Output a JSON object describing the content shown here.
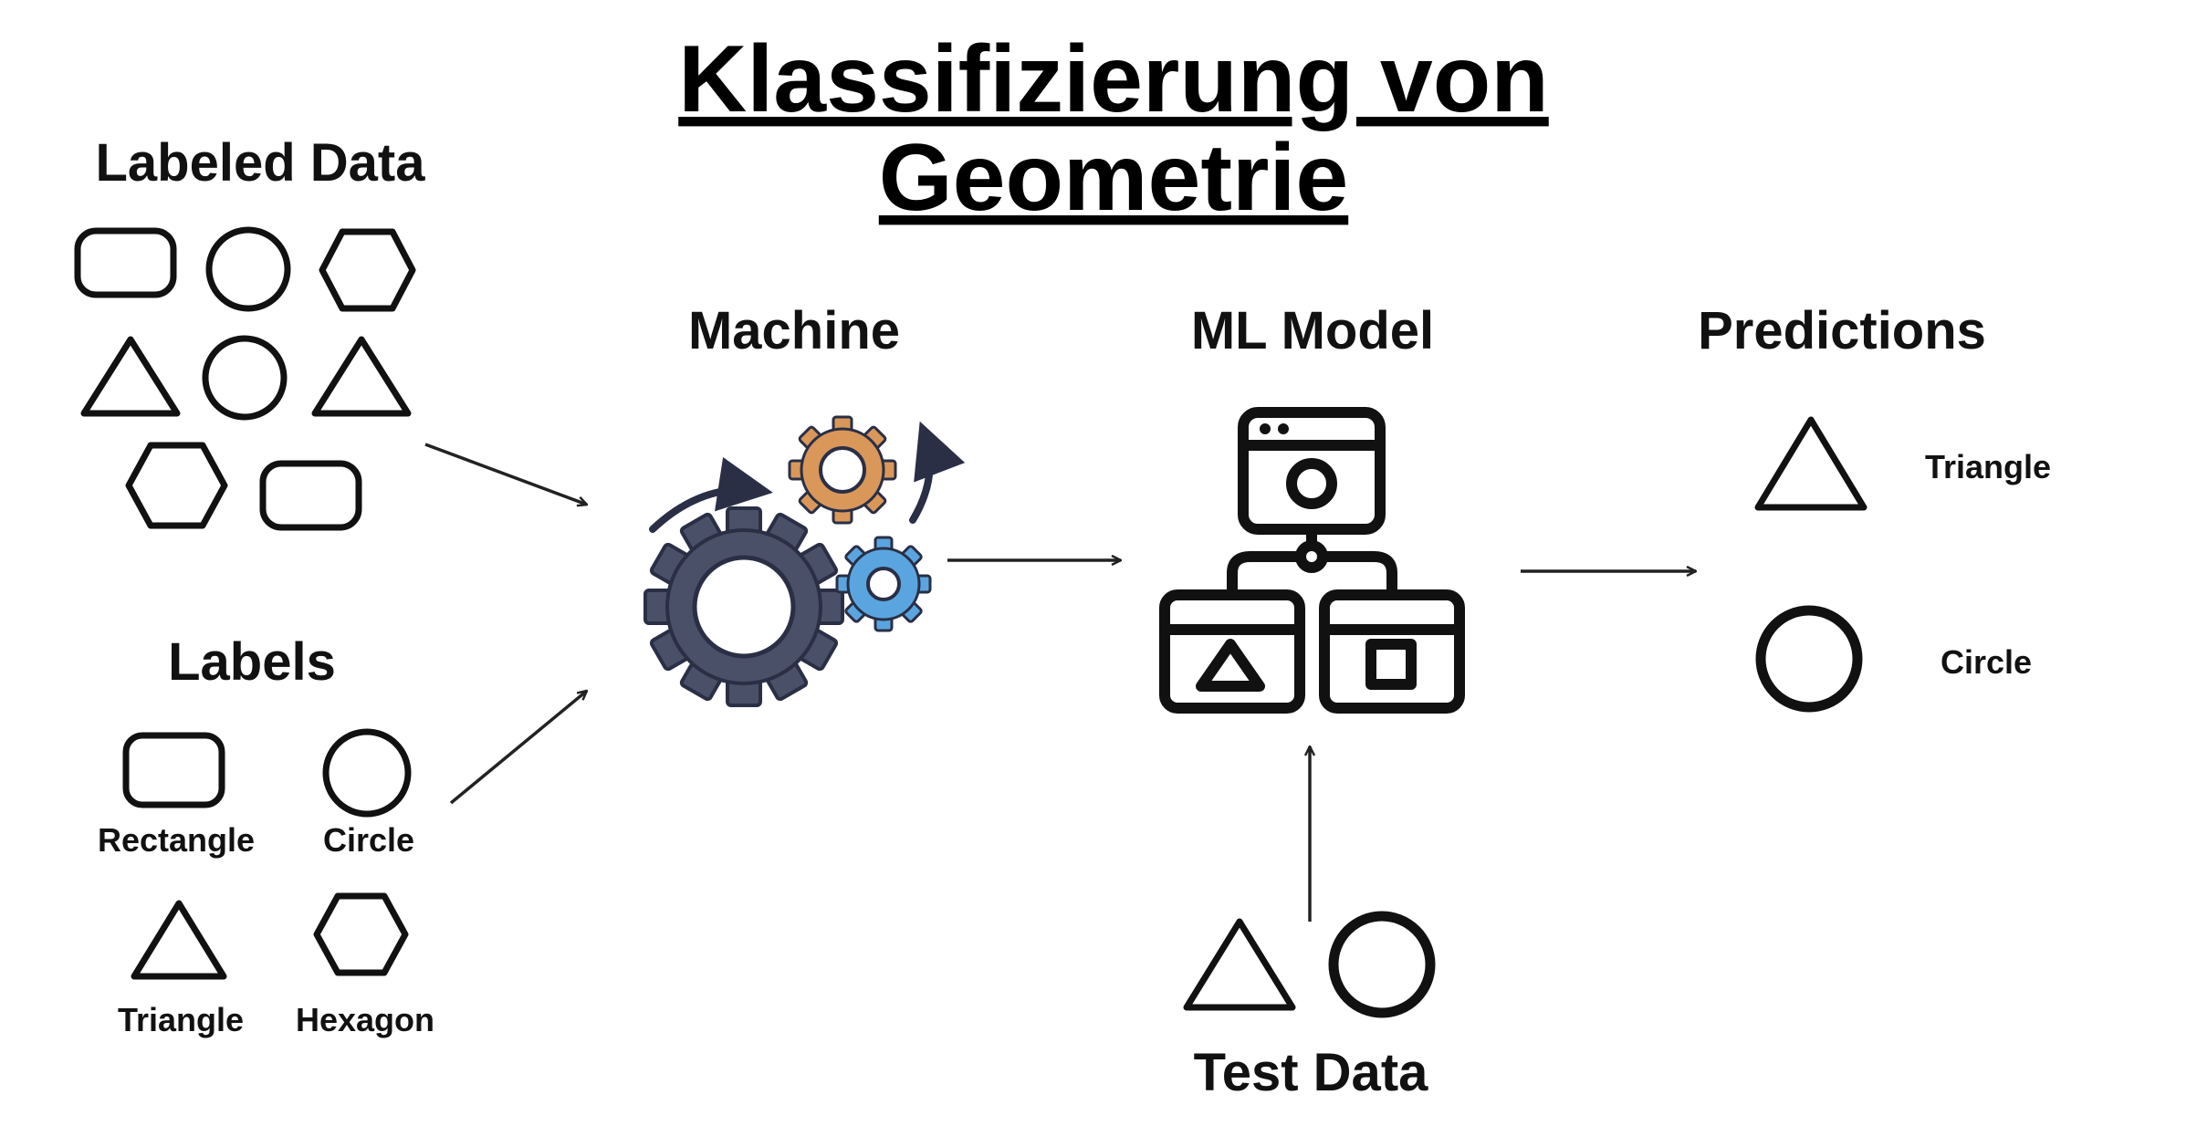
{
  "title": {
    "line1": "Klassifizierung von",
    "line2": "Geometrie"
  },
  "labeled_data": {
    "heading": "Labeled Data"
  },
  "labels": {
    "heading": "Labels",
    "rectangle": "Rectangle",
    "circle": "Circle",
    "triangle": "Triangle",
    "hexagon": "Hexagon"
  },
  "machine": {
    "heading": "Machine"
  },
  "ml_model": {
    "heading": "ML Model"
  },
  "predictions": {
    "heading": "Predictions",
    "triangle": "Triangle",
    "circle": "Circle"
  },
  "test_data": {
    "heading": "Test Data"
  },
  "colors": {
    "gear_large": "#4a5068",
    "gear_orange": "#d9975a",
    "gear_blue": "#5aa5e0",
    "dark_arrow": "#2a2f45"
  }
}
